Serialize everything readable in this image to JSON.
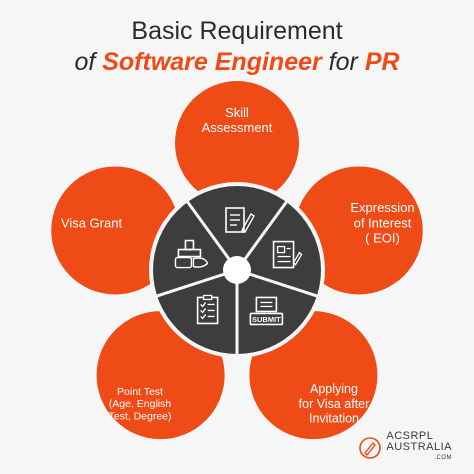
{
  "title": {
    "line1": "Basic Requirement",
    "line2_prefix": "of ",
    "line2_accent": "Software Engineer",
    "line2_mid": " for ",
    "line2_suffix": "PR"
  },
  "steps": [
    {
      "lines": [
        "Skill",
        "Assessment"
      ],
      "icon": "document-pen-icon"
    },
    {
      "lines": [
        "Expression",
        "of Interest",
        "( EOI)"
      ],
      "icon": "form-document-icon"
    },
    {
      "lines": [
        "Applying",
        "for Visa after",
        "Invitation"
      ],
      "icon": "submit-form-icon"
    },
    {
      "lines": [
        "Point Test",
        "(Age, English",
        "Test, Degree)"
      ],
      "icon": "checklist-icon"
    },
    {
      "lines": [
        "Visa Grant"
      ],
      "icon": "stamp-icon"
    }
  ],
  "brand": {
    "name_line1": "ACSRPL",
    "name_line2": "AUSTRALIA",
    "suffix": ".COM",
    "icon": "pen-logo-icon"
  },
  "colors": {
    "accent": "#ef4b16",
    "hub": "#3d3d3d",
    "text": "#2b2b2b"
  }
}
